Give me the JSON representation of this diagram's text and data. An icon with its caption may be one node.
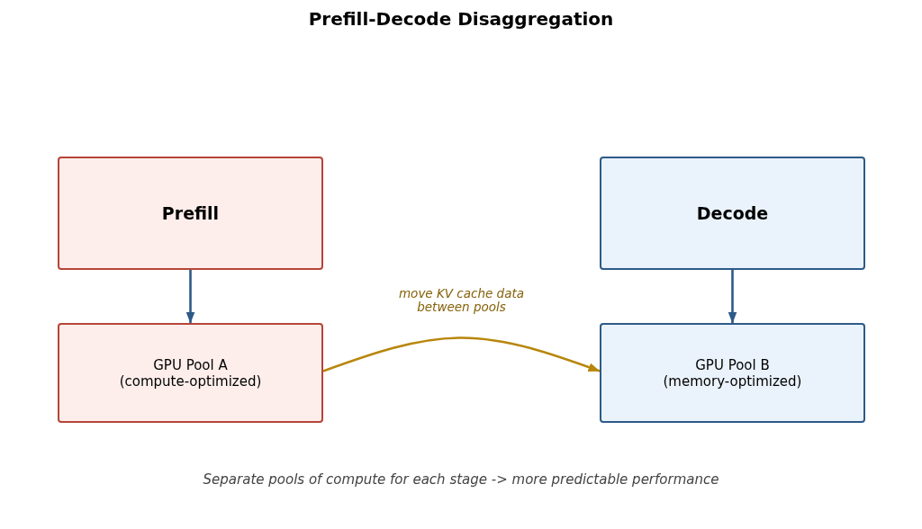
{
  "diagram": {
    "title": "Prefill-Decode Disaggregation",
    "caption": "Separate pools of compute for each stage -> more predictable performance",
    "nodes": [
      {
        "text": [
          "Prefill"
        ]
      },
      {
        "text": [
          "GPU Pool A (compute-optimized)"
        ]
      },
      {
        "text": [
          "Decode"
        ]
      },
      {
        "text": [
          "GPU Pool B (memory-optimized)"
        ]
      }
    ],
    "edges": [
      {
        "from": 0,
        "to": 1,
        "arrow": "to"
      },
      {
        "from": 2,
        "to": 3,
        "arrow": "to"
      },
      {
        "from": 1,
        "to": 3,
        "arrow": "to",
        "label": "move KV cache data between pools",
        "color": "#b8860b"
      }
    ]
  }
}
